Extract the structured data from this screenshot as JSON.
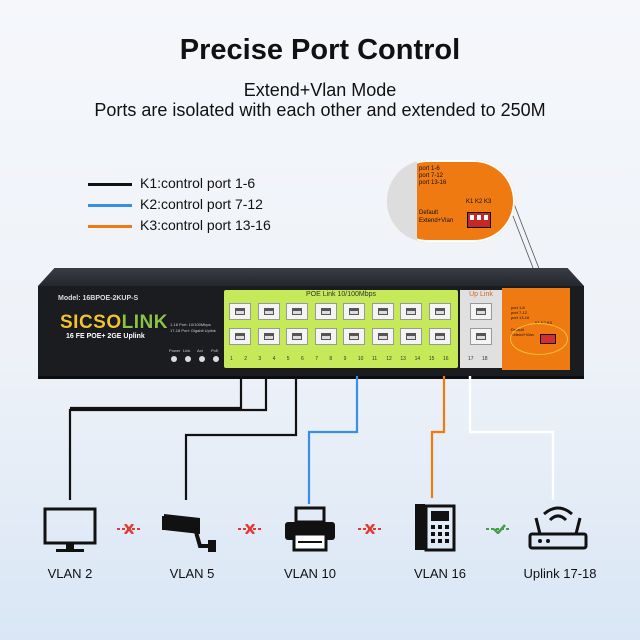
{
  "header": {
    "title": "Precise Port Control",
    "subtitle_1": "Extend+Vlan Mode",
    "subtitle_2": "Ports are isolated with each other and extended to 250M"
  },
  "legend": [
    {
      "label": "K1:control port 1-6",
      "color": "#111111"
    },
    {
      "label": "K2:control port 7-12",
      "color": "#3a8ee6"
    },
    {
      "label": "K3:control port 13-16",
      "color": "#f07a12"
    }
  ],
  "switch": {
    "model": "Model: 16BPOE-2KUP-S",
    "brand_a": "SICSO",
    "brand_b": "LINK",
    "brand_sub": "16 FE POE+ 2GE Uplink",
    "led_legend_1": "1-16 Port: 10/100Mbps",
    "led_legend_2": "17-18 Port: Gigabit Uplink",
    "led_labels": [
      "Power",
      "Link",
      "Act",
      "PoE"
    ],
    "poe_label": "POE Link 10/100Mbps",
    "uplink_label": "Up Link",
    "port_numbers": [
      "1",
      "2",
      "3",
      "4",
      "5",
      "6",
      "7",
      "8",
      "9",
      "10",
      "11",
      "12",
      "13",
      "14",
      "15",
      "16",
      "17",
      "18"
    ],
    "mini_dip_text": [
      "port 1-6",
      "port 7-12",
      "port 13-16",
      "Default",
      "Extend+Vlan"
    ],
    "mini_dip_keys": "K1 K2 K3"
  },
  "inset": {
    "ports": [
      "port 1-6",
      "port 7-12",
      "port 13-16"
    ],
    "keys": "K1 K2 K3",
    "modes": [
      "Default",
      "Extend+Vlan"
    ]
  },
  "devices": [
    {
      "name": "VLAN 2",
      "icon": "monitor-icon"
    },
    {
      "name": "VLAN 5",
      "icon": "camera-icon"
    },
    {
      "name": "VLAN 10",
      "icon": "printer-icon"
    },
    {
      "name": "VLAN 16",
      "icon": "phone-icon"
    },
    {
      "name": "Uplink 17-18",
      "icon": "router-icon"
    }
  ],
  "colors": {
    "k1": "#111111",
    "k2": "#3a8ee6",
    "k3": "#f07a12",
    "uplink": "#ffffff",
    "blocked": "#e53935",
    "allowed": "#43a047"
  }
}
